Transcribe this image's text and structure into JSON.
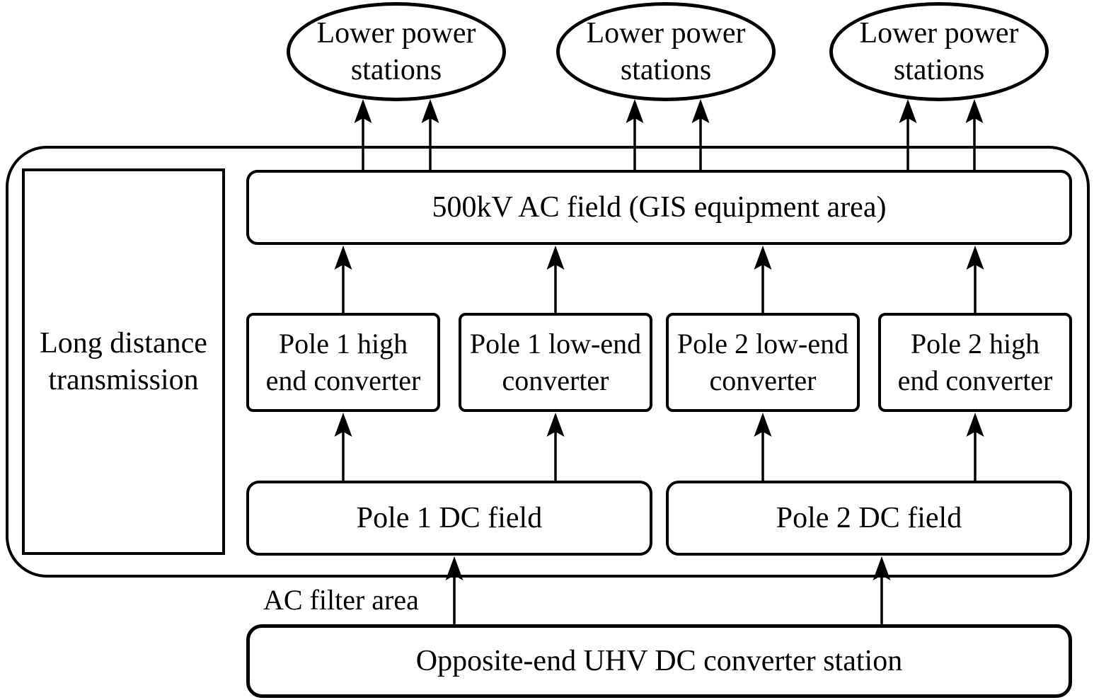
{
  "colors": {
    "stroke": "#000000",
    "background": "#ffffff"
  },
  "nodes": {
    "lower_power_stations": [
      {
        "line1": "Lower power",
        "line2": "stations"
      },
      {
        "line1": "Lower power",
        "line2": "stations"
      },
      {
        "line1": "Lower power",
        "line2": "stations"
      }
    ],
    "long_distance_transmission": {
      "line1": "Long distance",
      "line2": "transmission"
    },
    "ac_field": {
      "label": "500kV AC field (GIS equipment area)"
    },
    "converters": [
      {
        "line1": "Pole 1 high",
        "line2": "end converter"
      },
      {
        "line1": "Pole 1 low-end",
        "line2": "converter"
      },
      {
        "line1": "Pole 2 low-end",
        "line2": "converter"
      },
      {
        "line1": "Pole 2 high",
        "line2": "end converter"
      }
    ],
    "dc_fields": [
      {
        "label": "Pole 1 DC field"
      },
      {
        "label": "Pole 2 DC field"
      }
    ],
    "ac_filter_area": {
      "label": "AC filter area"
    },
    "opposite_station": {
      "label": "Opposite-end UHV DC converter station"
    }
  }
}
